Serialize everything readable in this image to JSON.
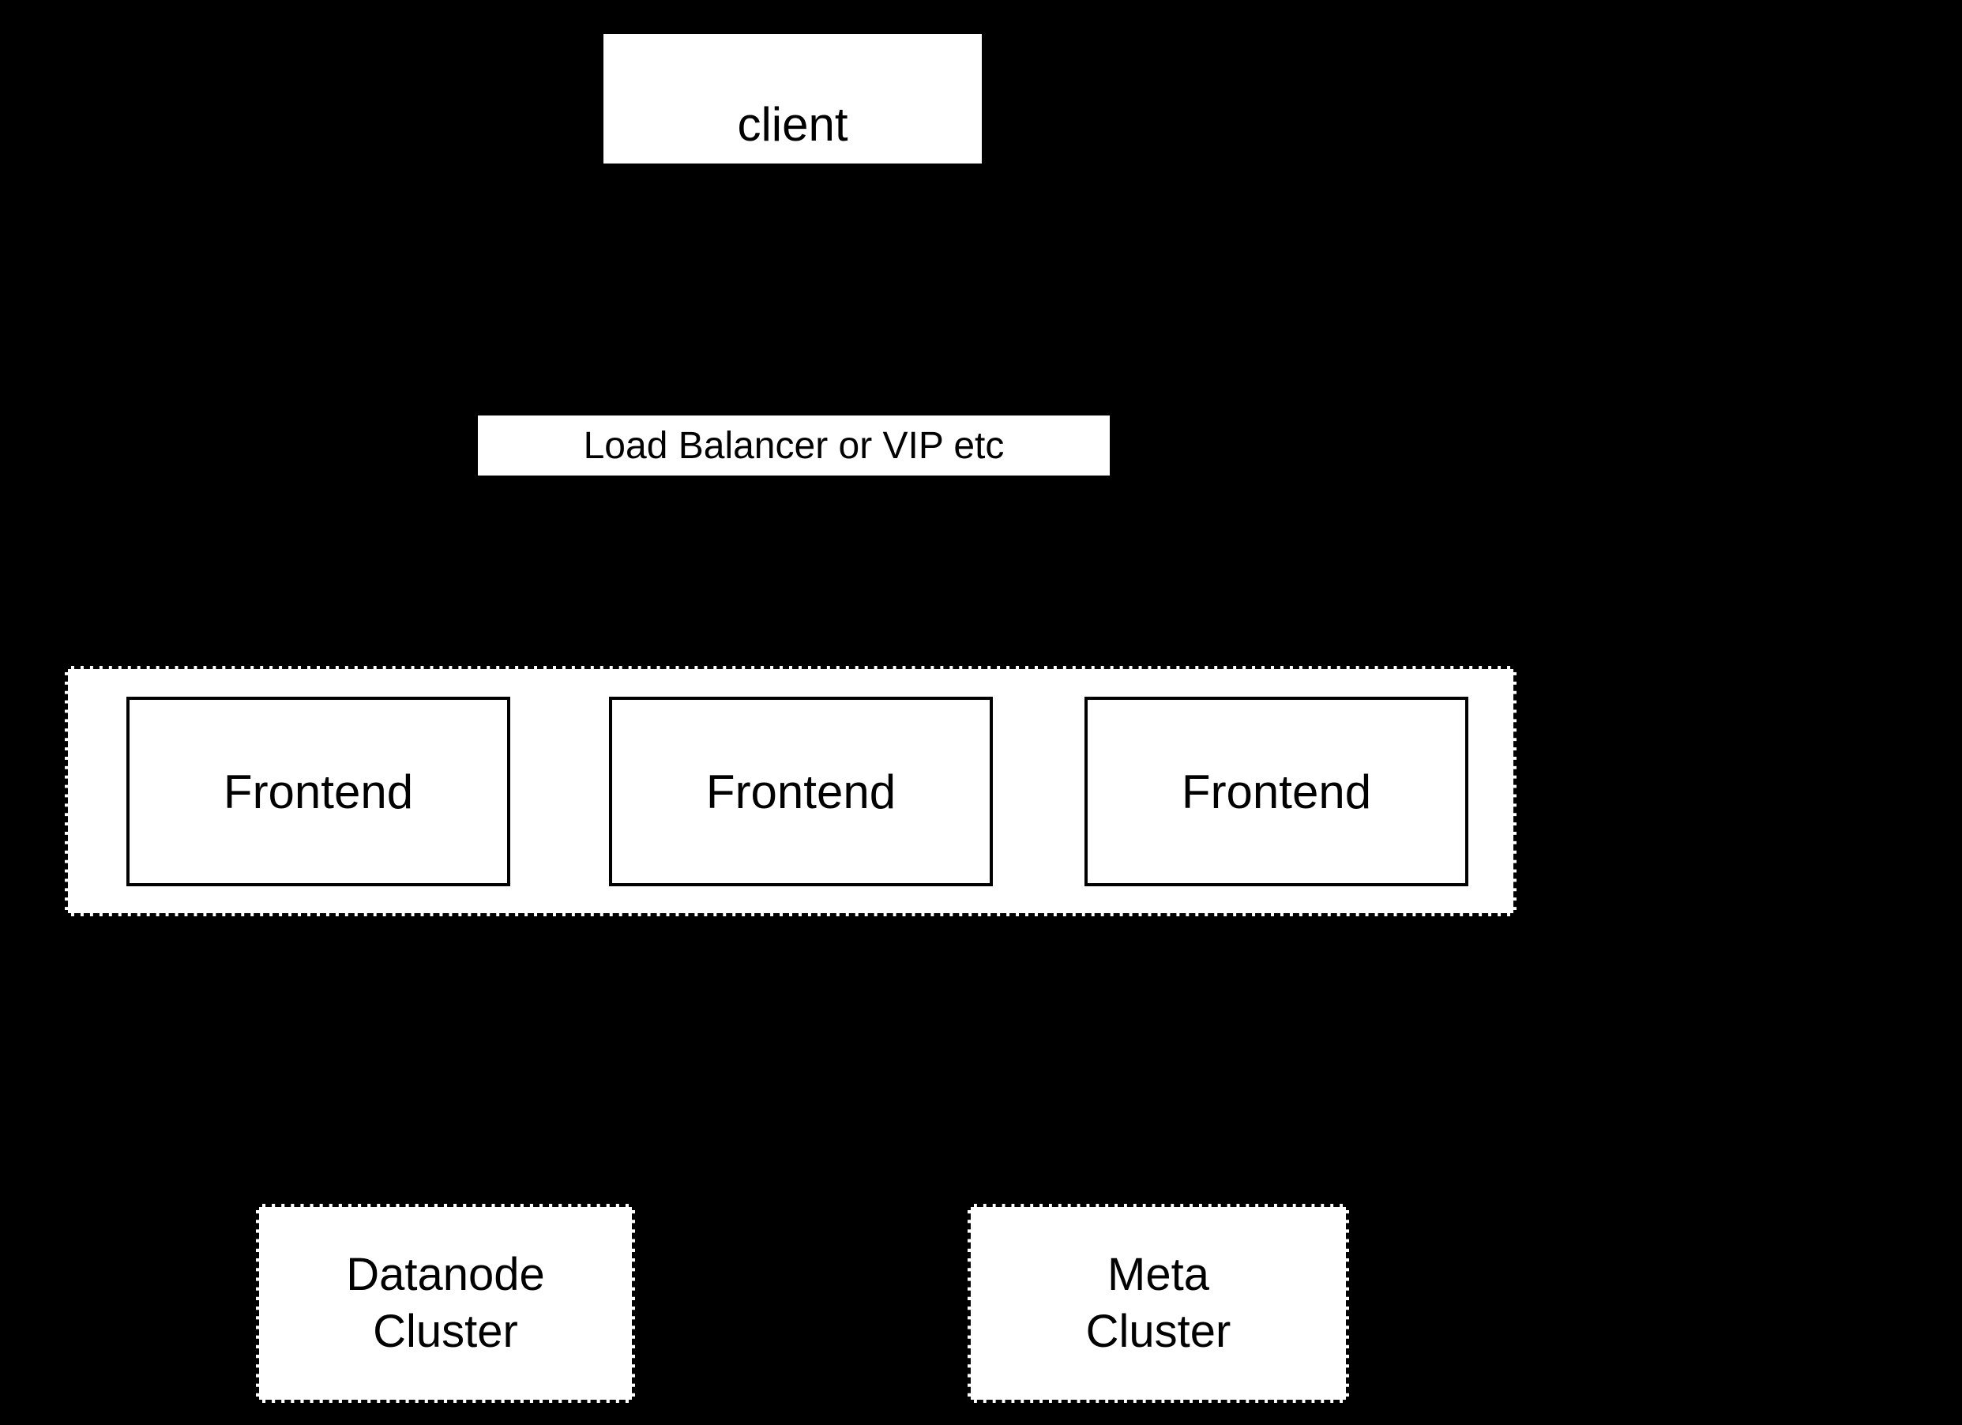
{
  "diagram": {
    "background_color": "#000000",
    "node_fill_color": "#ffffff",
    "node_border_color": "#000000",
    "text_color": "#000000",
    "nodes": {
      "client": {
        "label": "client"
      },
      "load_balancer": {
        "label": "Load Balancer or VIP etc"
      },
      "frontend_group": {
        "nodes": [
          {
            "label": "Frontend"
          },
          {
            "label": "Frontend"
          },
          {
            "label": "Frontend"
          }
        ]
      },
      "datanode_cluster": {
        "line1": "Datanode",
        "line2": "Cluster"
      },
      "meta_cluster": {
        "line1": "Meta",
        "line2": "Cluster"
      }
    }
  }
}
